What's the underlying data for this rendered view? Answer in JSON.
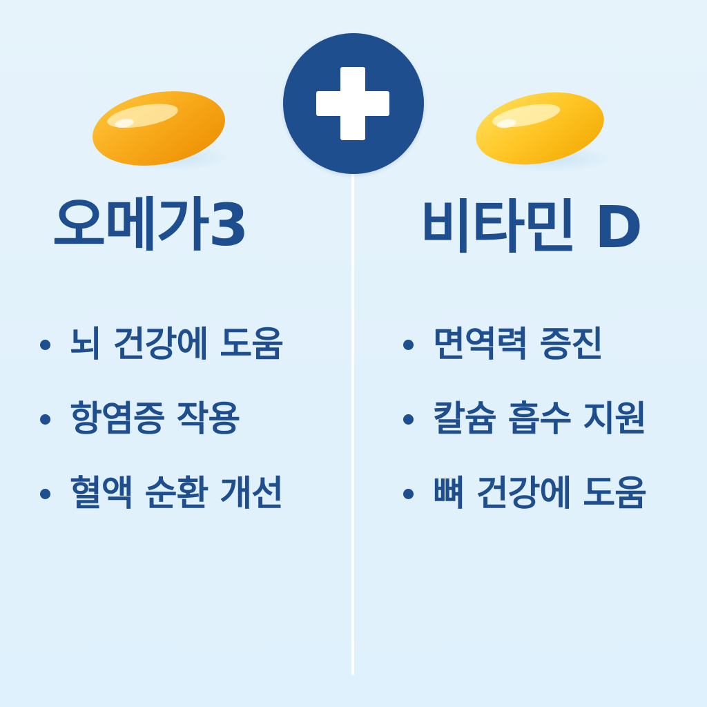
{
  "colors": {
    "background": "#e3f2fb",
    "primary": "#1f4e8f",
    "divider": "#ffffff",
    "omega_capsule": "#f8ab1c",
    "vitamin_d_capsule": "#ffc626"
  },
  "combine": {
    "icon": "plus-icon"
  },
  "left": {
    "capsule_icon": "omega-capsule-icon",
    "title": "오메가3",
    "items": [
      "뇌 건강에 도움",
      "항염증 작용",
      "혈액 순환 개선"
    ]
  },
  "right": {
    "capsule_icon": "vitamin-d-capsule-icon",
    "title": "비타민 D",
    "items": [
      "면역력 증진",
      "칼슘 흡수 지원",
      "뼈 건강에 도움"
    ]
  }
}
